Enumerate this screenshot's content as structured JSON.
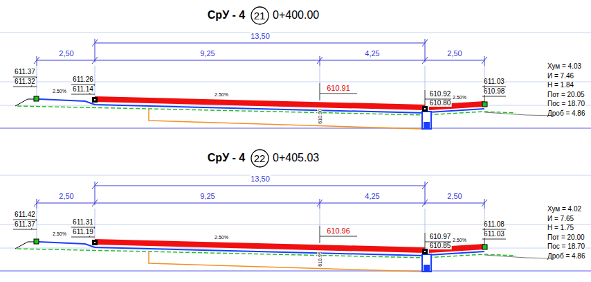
{
  "diagram": {
    "nodes": [
      {
        "text": [
          "21"
        ]
      },
      {
        "text": [
          "22"
        ]
      }
    ],
    "labels": [
      "СрУ - 4",
      "0+400.00",
      "13,50",
      "2,50",
      "9,25",
      "4,25",
      "2,50",
      "611.37",
      "611.32",
      "2.50%",
      "611.26",
      "611.14",
      "2.50%",
      "610.91",
      "610.92",
      "610.80",
      "2.50%",
      "611.03",
      "610.98",
      "Хум = 4.03",
      "И = 7.46",
      "Н = 1.84",
      "Пот = 20.05",
      "Пос = 18.70",
      "Дроб = 4.86",
      "610.90",
      "СрУ - 4",
      "0+405.03",
      "13,50",
      "2,50",
      "9,25",
      "4,25",
      "2,50",
      "611.42",
      "611.37",
      "2.50%",
      "611.31",
      "611.19",
      "2.50%",
      "610.96",
      "610.97",
      "610.85",
      "2.50%",
      "611.08",
      "611.03",
      "Хум = 4.02",
      "И = 7.65",
      "Н = 1.75",
      "Пот = 20.00",
      "Пос = 18.70",
      "Дроб = 4.86",
      "610.95"
    ]
  }
}
